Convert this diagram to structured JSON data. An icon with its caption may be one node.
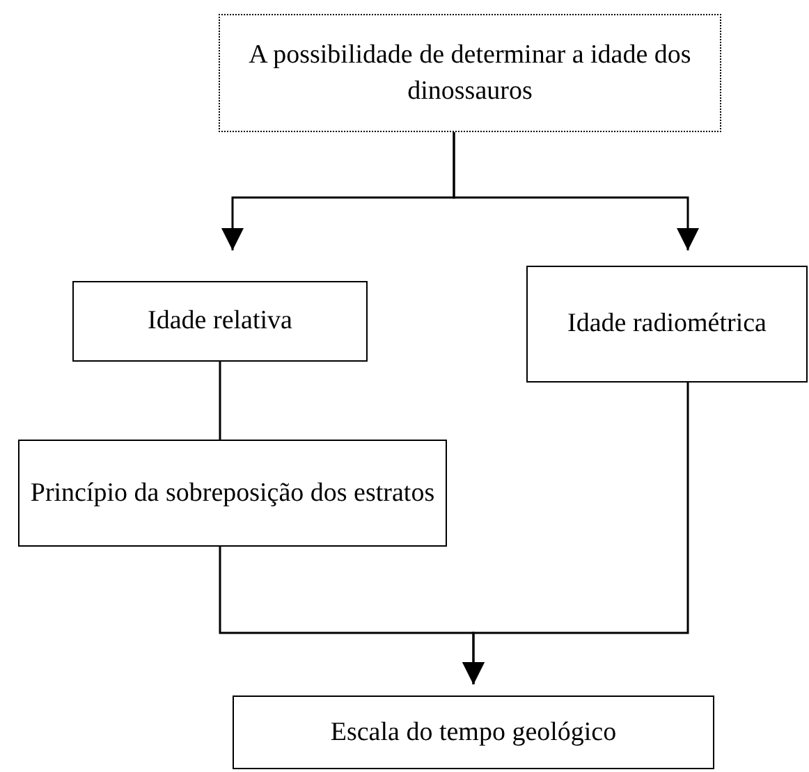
{
  "diagram": {
    "nodes": [
      {
        "text": [
          "A possibilidade de determinar a idade dos dinossauros"
        ]
      },
      {
        "text": [
          "Idade relativa"
        ]
      },
      {
        "text": [
          "Idade radiométrica"
        ]
      },
      {
        "text": [
          "Princípio da sobreposição dos estratos"
        ]
      },
      {
        "text": [
          "Escala do tempo geológico"
        ]
      }
    ],
    "edges": [
      {
        "from": 0,
        "to": 1,
        "arrow": "to"
      },
      {
        "from": 0,
        "to": 2,
        "arrow": "to"
      },
      {
        "from": 1,
        "to": 3,
        "arrow": "none"
      },
      {
        "from": 3,
        "to": 4,
        "arrow": "to"
      },
      {
        "from": 2,
        "to": 4,
        "arrow": "to"
      }
    ]
  }
}
